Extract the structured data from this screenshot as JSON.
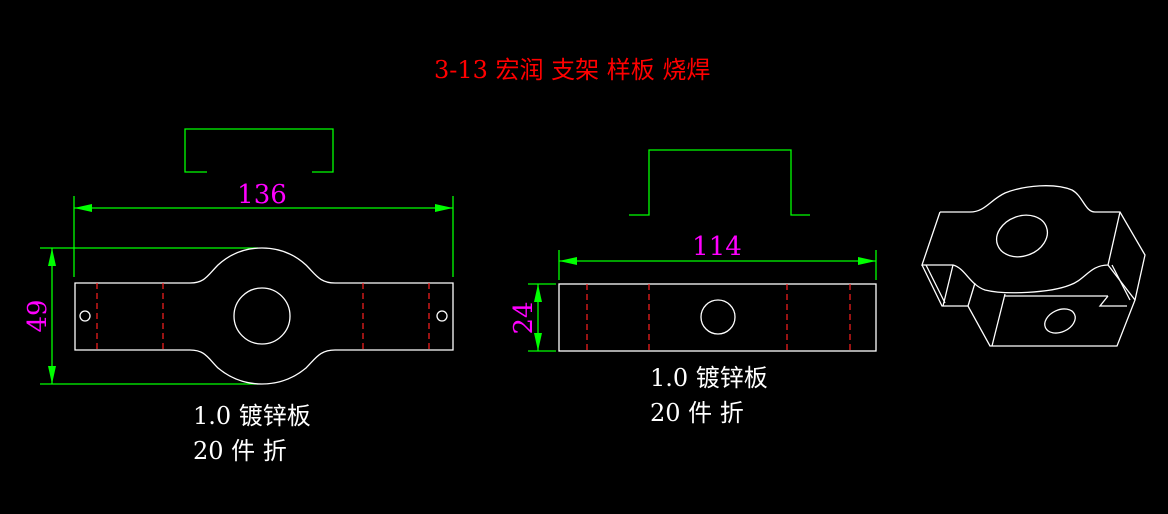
{
  "title": "3-13 宏润 支架 样板 烧焊",
  "colors": {
    "title": "#ff0000",
    "dimension_text": "#ff00ff",
    "dimension_line": "#00ff00",
    "outline": "#ffffff",
    "bend_line": "#ff2020"
  },
  "left_part": {
    "width_dim": "136",
    "height_dim": "49",
    "note_material": "1.0 镀锌板",
    "note_qty": "20 件 折"
  },
  "middle_part": {
    "width_dim": "114",
    "height_dim": "24",
    "note_material": "1.0 镀锌板",
    "note_qty": "20 件 折"
  }
}
